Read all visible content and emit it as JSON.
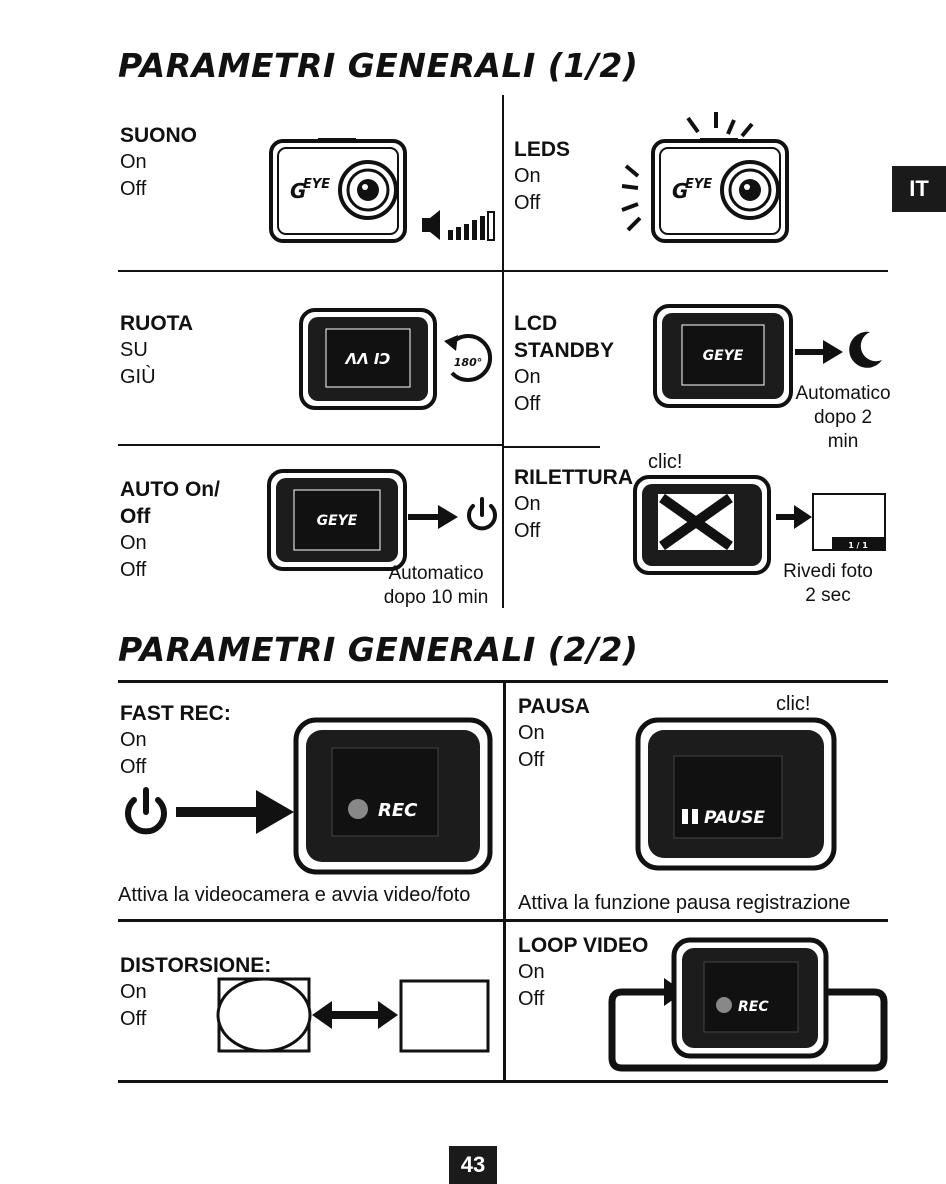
{
  "section1_title": "PARAMETRI GENERALI (1/2)",
  "section2_title": "PARAMETRI GENERALI (2/2)",
  "lang_tab": "IT",
  "page_number": "43",
  "suono": {
    "heading": "SUONO",
    "opt1": "On",
    "opt2": "Off",
    "icons": [
      "camera-front-icon",
      "volume-icon"
    ]
  },
  "leds": {
    "heading": "LEDS",
    "opt1": "On",
    "opt2": "Off",
    "icons": [
      "camera-front-icon",
      "light-rays-icon"
    ]
  },
  "ruota": {
    "heading": "RUOTA",
    "opt1": "SU",
    "opt2": "GIÙ",
    "screen_text": "ΛΛ IƆ",
    "badge": "180°"
  },
  "lcd_standby": {
    "heading1": "LCD",
    "heading2": "STANDBY",
    "opt1": "On",
    "opt2": "Off",
    "screen_text": "GEYE",
    "caption1": "Automatico",
    "caption2": "dopo 2",
    "caption3": "min",
    "icons": [
      "moon-icon"
    ]
  },
  "auto_on_off": {
    "heading1": "AUTO On/",
    "heading2": "Off",
    "opt1": "On",
    "opt2": "Off",
    "screen_text": "GEYE",
    "caption1": "Automatico",
    "caption2": "dopo 10 min",
    "icons": [
      "power-icon"
    ]
  },
  "rilettura": {
    "heading": "RILETTURA",
    "opt1": "On",
    "opt2": "Off",
    "click": "clic!",
    "caption1": "Rivedi foto",
    "caption2": "2 sec"
  },
  "fast_rec": {
    "heading": "FAST REC:",
    "opt1": "On",
    "opt2": "Off",
    "screen_text": "REC",
    "caption": "Attiva la videocamera e avvia video/foto",
    "icons": [
      "power-icon"
    ]
  },
  "pausa": {
    "heading": "PAUSA",
    "opt1": "On",
    "opt2": "Off",
    "click": "clic!",
    "screen_text": "PAUSE",
    "caption": "Attiva la funzione pausa registrazione"
  },
  "distorsione": {
    "heading": "DISTORSIONE:",
    "opt1": "On",
    "opt2": "Off"
  },
  "loop_video": {
    "heading": "LOOP VIDEO",
    "opt1": "On",
    "opt2": "Off",
    "screen_text": "REC"
  }
}
